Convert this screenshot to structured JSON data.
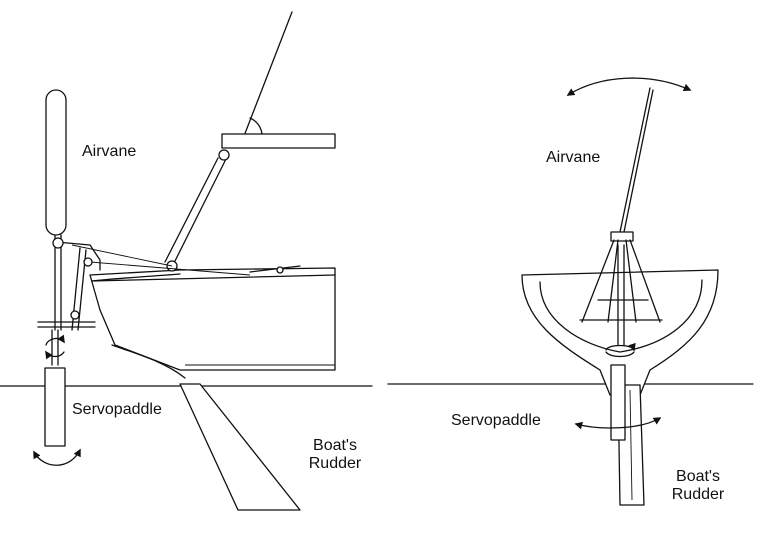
{
  "left_diagram": {
    "airvane_label": "Airvane",
    "servopaddle_label": "Servopaddle",
    "boats_rudder_line1": "Boat's",
    "boats_rudder_line2": "Rudder"
  },
  "right_diagram": {
    "airvane_label": "Airvane",
    "servopaddle_label": "Servopaddle",
    "boats_rudder_line1": "Boat's",
    "boats_rudder_line2": "Rudder"
  },
  "colors": {
    "ink": "#111111",
    "background": "#ffffff"
  }
}
